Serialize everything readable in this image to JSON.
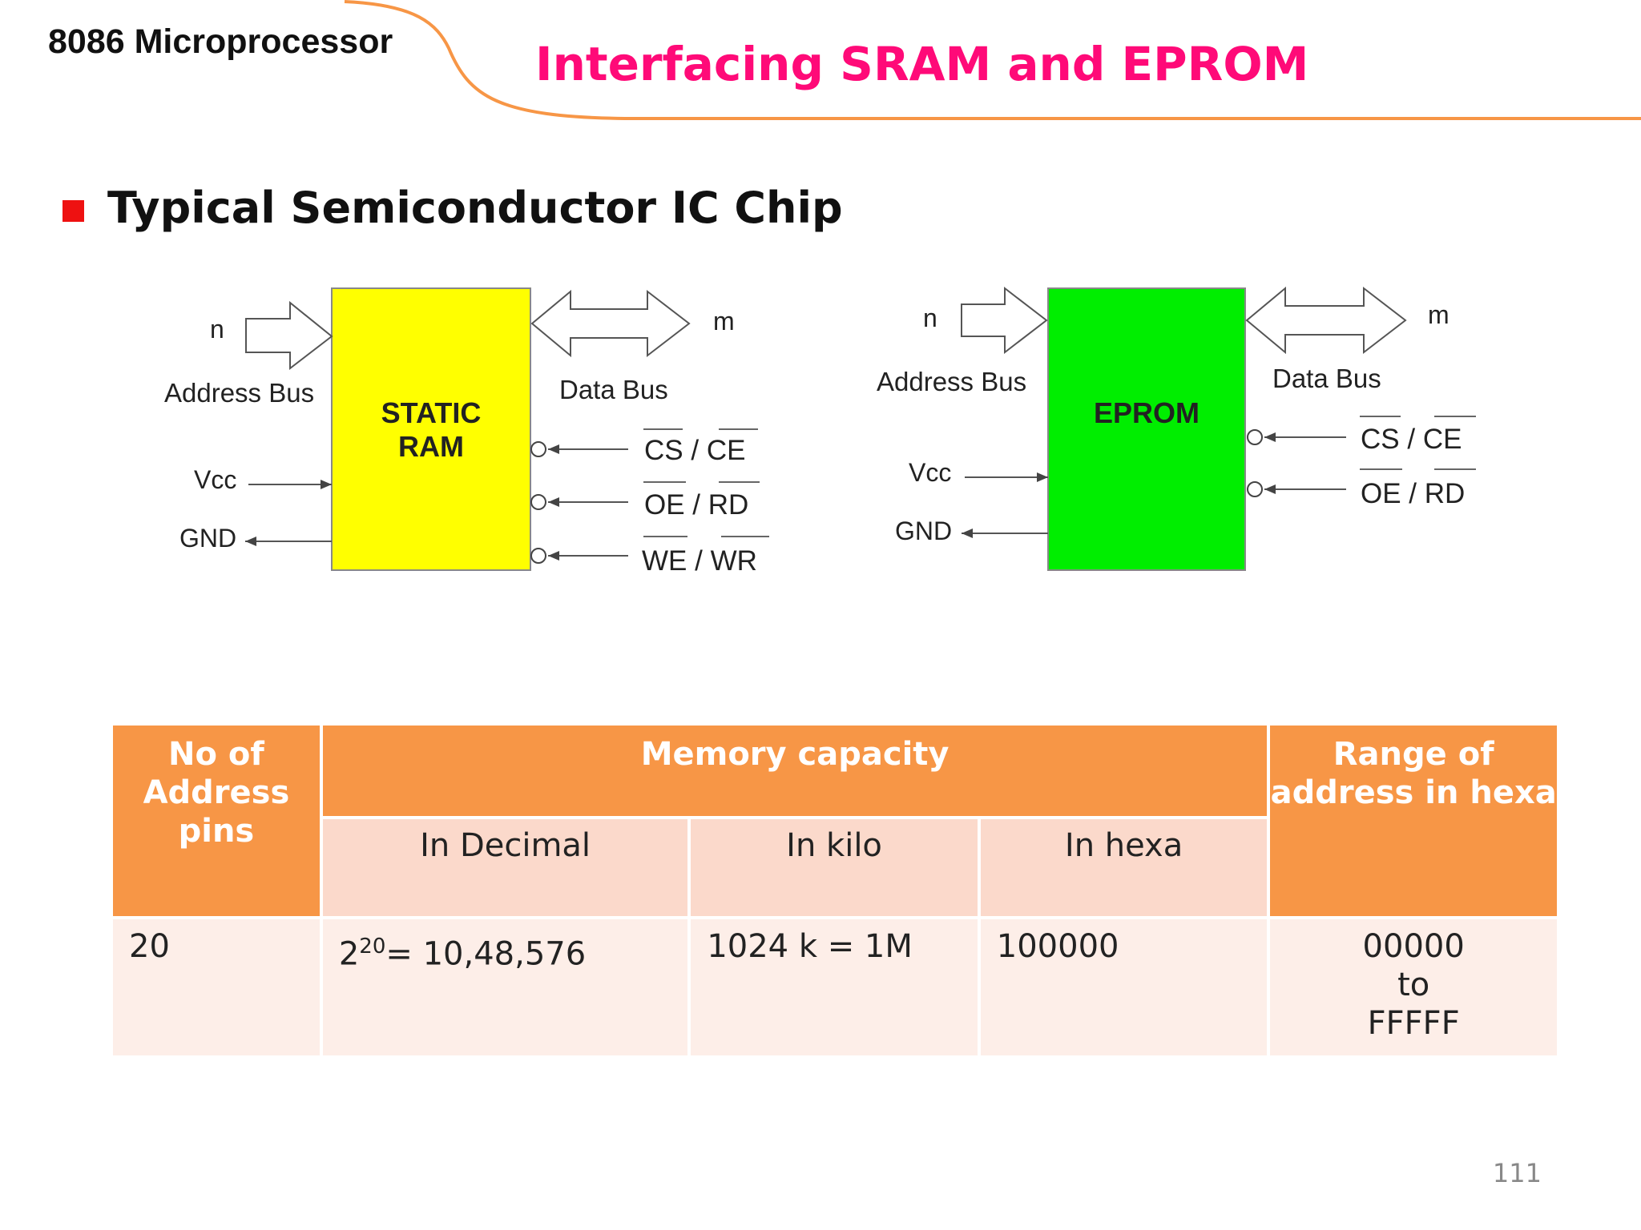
{
  "header": {
    "course": "8086 Microprocessor",
    "title": "Interfacing SRAM and EPROM",
    "accent_color": "#ff0a78",
    "swoosh_color": "#f79646"
  },
  "section": {
    "heading": "Typical Semiconductor IC Chip",
    "bullet_color": "#ee1111"
  },
  "diagram_sram": {
    "chip_label_line1": "STATIC",
    "chip_label_line2": "RAM",
    "chip_color": "#ffff00",
    "address_width": "n",
    "address_label": "Address Bus",
    "data_width": "m",
    "data_label": "Data Bus",
    "vcc": "Vcc",
    "gnd": "GND",
    "signals": [
      {
        "a": "CS",
        "sep": " / ",
        "b": "CE"
      },
      {
        "a": "OE",
        "sep": " / ",
        "b": "RD"
      },
      {
        "a": "WE",
        "sep": " / ",
        "b": "WR"
      }
    ]
  },
  "diagram_eprom": {
    "chip_label": "EPROM",
    "chip_color": "#00ee00",
    "address_width": "n",
    "address_label": "Address Bus",
    "data_width": "m",
    "data_label": "Data Bus",
    "vcc": "Vcc",
    "gnd": "GND",
    "signals": [
      {
        "a": "CS",
        "sep": " / ",
        "b": "CE"
      },
      {
        "a": "OE",
        "sep": " / ",
        "b": "RD"
      }
    ]
  },
  "table": {
    "header_color": "#f79646",
    "col1": "No of Address pins",
    "memory_capacity": "Memory capacity",
    "sub_decimal": "In Decimal",
    "sub_kilo": "In kilo",
    "sub_hexa": "In hexa",
    "col_range": "Range of address in hexa",
    "row": {
      "pins": "20",
      "decimal_base": "2",
      "decimal_exp": "20",
      "decimal_rest": "= 10,48,576",
      "kilo": "1024 k = 1M",
      "hexa": "100000",
      "range_from": "00000",
      "range_to_word": "to",
      "range_to": "FFFFF"
    }
  },
  "page_number": "111"
}
